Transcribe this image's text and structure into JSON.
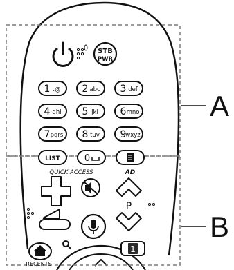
{
  "callouts": {
    "a": "A",
    "b": "B"
  },
  "remote": {
    "stb_line1": "STB",
    "stb_line2": "PWR",
    "keys": [
      {
        "digit": "1",
        "letters": ".@"
      },
      {
        "digit": "2",
        "letters": "abc"
      },
      {
        "digit": "3",
        "letters": "def"
      },
      {
        "digit": "4",
        "letters": "ghi"
      },
      {
        "digit": "5",
        "letters": "jkl"
      },
      {
        "digit": "6",
        "letters": "mno"
      },
      {
        "digit": "7",
        "letters": "pqrs"
      },
      {
        "digit": "8",
        "letters": "tuv"
      },
      {
        "digit": "9",
        "letters": "wxyz"
      }
    ],
    "list_label": "LIST",
    "zero_digit": "0",
    "quick_access_label": "QUICK ACCESS",
    "ad_label": "AD",
    "program_label": "P",
    "recents_label": "RECENTS",
    "one_label": "1"
  },
  "colors": {
    "ink": "#111111",
    "key_fill": "#ffffff",
    "mic_fill": "#ffffff",
    "one_key_fill": "#2b2b2b",
    "dashed_box": "#7a7a7a"
  }
}
